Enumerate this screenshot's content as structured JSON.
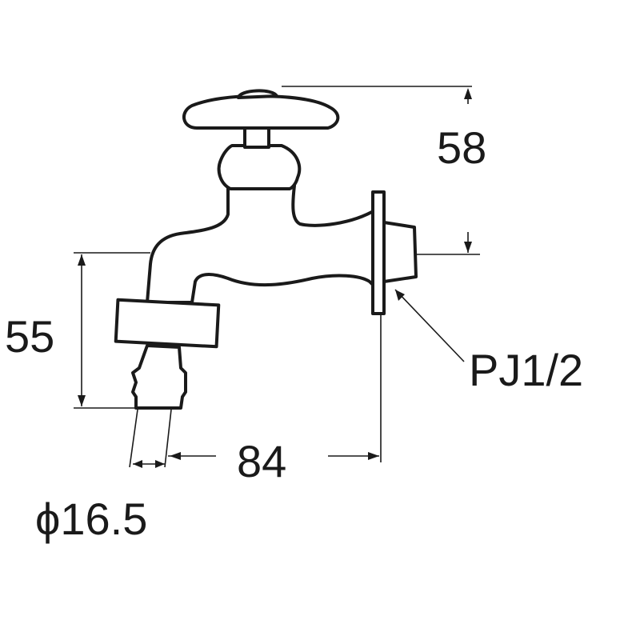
{
  "diagram": {
    "subject_icon": "faucet-drawing",
    "line_color": "#1a1a1a",
    "background": "#ffffff",
    "dimensions": {
      "height_top": "58",
      "height_outlet": "55",
      "length": "84",
      "outlet_diameter": "ϕ16.5",
      "thread": "PJ1/2"
    }
  }
}
